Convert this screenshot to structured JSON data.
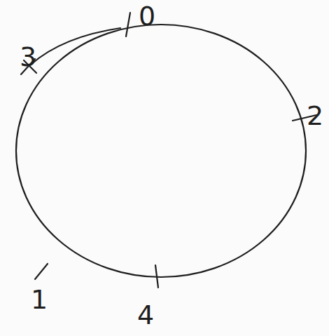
{
  "diagram": {
    "labels": [
      "0",
      "3",
      "2",
      "1",
      "4"
    ]
  }
}
